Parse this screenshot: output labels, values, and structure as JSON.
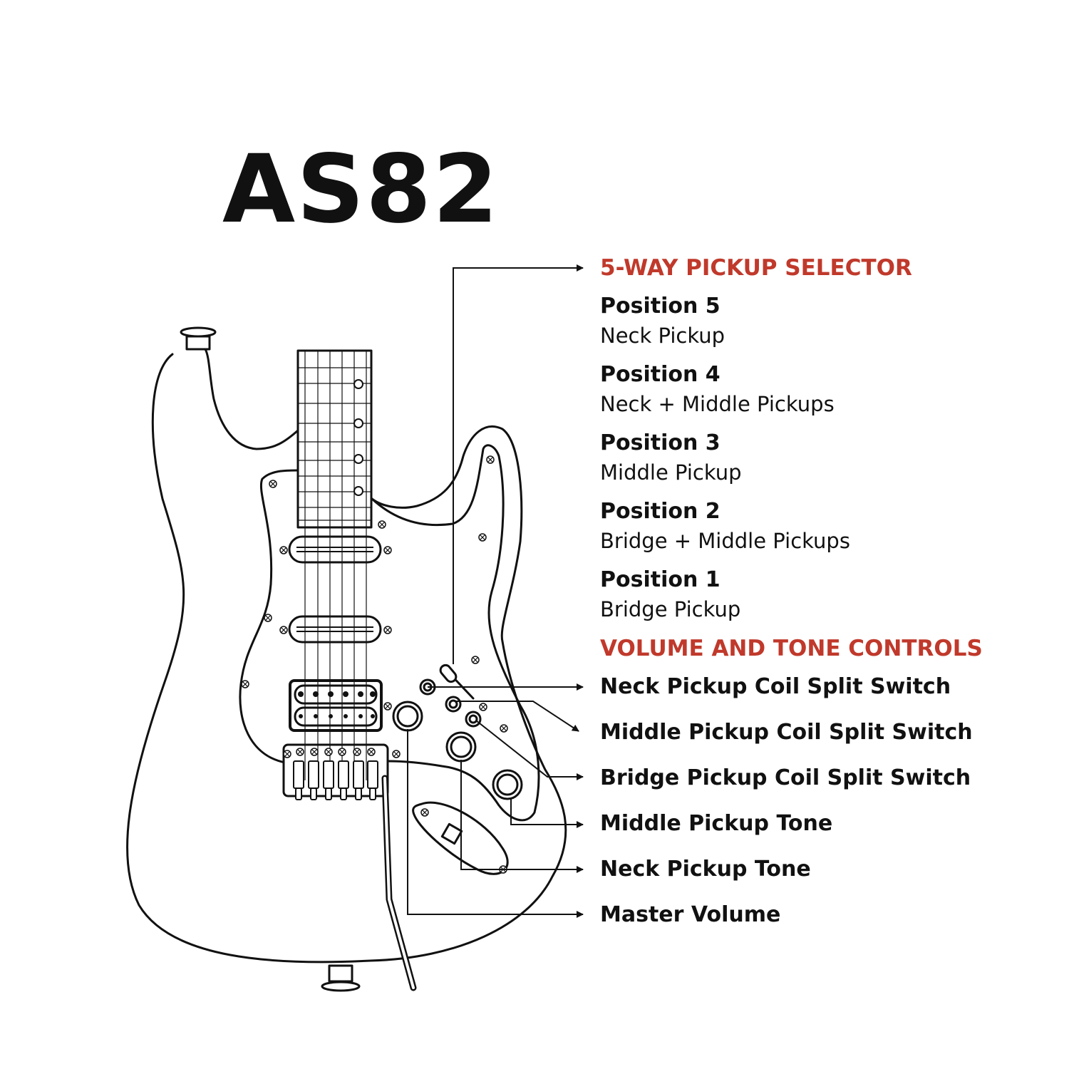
{
  "title": "AS82",
  "colors": {
    "accent": "#c0392b",
    "ink": "#111111",
    "background": "#ffffff"
  },
  "selector": {
    "heading": "5-WAY PICKUP SELECTOR",
    "positions": [
      {
        "label": "Position 5",
        "description": "Neck Pickup"
      },
      {
        "label": "Position 4",
        "description": "Neck + Middle Pickups"
      },
      {
        "label": "Position 3",
        "description": "Middle Pickup"
      },
      {
        "label": "Position 2",
        "description": "Bridge + Middle Pickups"
      },
      {
        "label": "Position 1",
        "description": "Bridge Pickup"
      }
    ]
  },
  "controls": {
    "heading": "VOLUME AND TONE CONTROLS",
    "items": [
      {
        "label": "Neck Pickup Coil Split Switch"
      },
      {
        "label": "Middle Pickup Coil Split Switch"
      },
      {
        "label": "Bridge Pickup Coil Split Switch"
      },
      {
        "label": "Middle Pickup Tone"
      },
      {
        "label": "Neck Pickup Tone"
      },
      {
        "label": "Master Volume"
      }
    ]
  }
}
